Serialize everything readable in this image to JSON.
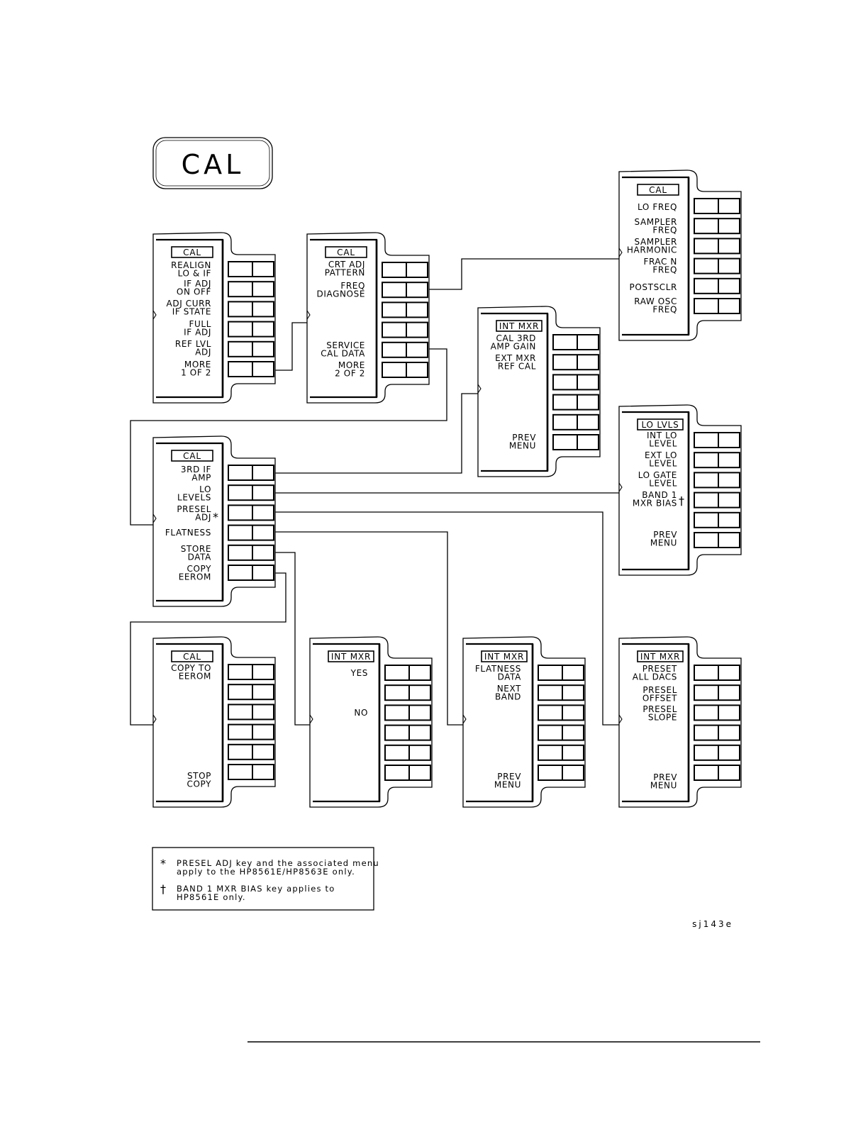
{
  "main_key": {
    "label": "CAL"
  },
  "menus": [
    {
      "id": "cal-1",
      "title": "CAL",
      "keys": [
        {
          "lines": [
            "REALIGN",
            "LO & IF"
          ]
        },
        {
          "lines": [
            "IF ADJ",
            "ON OFF"
          ]
        },
        {
          "lines": [
            "ADJ CURR",
            "IF STATE"
          ]
        },
        {
          "lines": [
            "FULL",
            "IF ADJ"
          ]
        },
        {
          "lines": [
            "REF LVL",
            "ADJ"
          ]
        },
        {
          "lines": [
            "MORE",
            "1 OF 2"
          ]
        }
      ]
    },
    {
      "id": "cal-2",
      "title": "CAL",
      "keys": [
        {
          "lines": [
            "CRT ADJ",
            "PATTERN"
          ]
        },
        {
          "lines": [
            "FREQ",
            "DIAGNOSE"
          ]
        },
        {
          "lines": []
        },
        {
          "lines": []
        },
        {
          "lines": [
            "SERVICE",
            "CAL DATA"
          ]
        },
        {
          "lines": [
            "MORE",
            "2 OF 2"
          ]
        }
      ]
    },
    {
      "id": "freq-diagnose",
      "title": "CAL",
      "keys": [
        {
          "lines": [
            "LO FREQ"
          ]
        },
        {
          "lines": [
            "SAMPLER",
            "FREQ"
          ]
        },
        {
          "lines": [
            "SAMPLER",
            "HARMONIC"
          ]
        },
        {
          "lines": [
            "FRAC N",
            "FREQ"
          ]
        },
        {
          "lines": [
            "POSTSCLR"
          ]
        },
        {
          "lines": [
            "RAW OSC",
            "FREQ"
          ]
        }
      ]
    },
    {
      "id": "int-mxr-3rd-if",
      "title": "INT MXR",
      "keys": [
        {
          "lines": [
            "CAL 3RD",
            "AMP GAIN"
          ]
        },
        {
          "lines": [
            "EXT MXR",
            "REF CAL"
          ]
        },
        {
          "lines": []
        },
        {
          "lines": []
        },
        {
          "lines": [
            "PREV",
            "MENU"
          ]
        },
        {
          "lines": []
        }
      ]
    },
    {
      "id": "service-cal",
      "title": "CAL",
      "keys": [
        {
          "lines": [
            "3RD IF",
            "AMP"
          ]
        },
        {
          "lines": [
            "LO",
            "LEVELS"
          ]
        },
        {
          "lines": [
            "PRESEL",
            "ADJ"
          ],
          "mark": "*"
        },
        {
          "lines": [
            "FLATNESS"
          ]
        },
        {
          "lines": [
            "STORE",
            "DATA"
          ]
        },
        {
          "lines": [
            "COPY",
            "EEROM"
          ]
        }
      ]
    },
    {
      "id": "lo-levels",
      "title": "LO LVLS",
      "keys": [
        {
          "lines": [
            "INT LO",
            "LEVEL"
          ]
        },
        {
          "lines": [
            "EXT LO",
            "LEVEL"
          ]
        },
        {
          "lines": [
            "LO GATE",
            "LEVEL"
          ]
        },
        {
          "lines": [
            "BAND 1",
            "MXR BIAS"
          ],
          "mark": "†"
        },
        {
          "lines": []
        },
        {
          "lines": [
            "PREV",
            "MENU"
          ]
        }
      ]
    },
    {
      "id": "copy-eerom",
      "title": "CAL",
      "keys": [
        {
          "lines": [
            "COPY TO",
            "EEROM"
          ]
        },
        {
          "lines": []
        },
        {
          "lines": []
        },
        {
          "lines": []
        },
        {
          "lines": []
        },
        {
          "lines": [
            "STOP",
            "COPY"
          ]
        }
      ]
    },
    {
      "id": "store-data",
      "title": "INT MXR",
      "keys": [
        {
          "lines": [
            "YES"
          ]
        },
        {
          "lines": []
        },
        {
          "lines": [
            "NO"
          ]
        },
        {
          "lines": []
        },
        {
          "lines": []
        },
        {
          "lines": []
        }
      ]
    },
    {
      "id": "flatness",
      "title": "INT MXR",
      "keys": [
        {
          "lines": [
            "FLATNESS",
            "DATA"
          ]
        },
        {
          "lines": [
            "NEXT",
            "BAND"
          ]
        },
        {
          "lines": []
        },
        {
          "lines": []
        },
        {
          "lines": []
        },
        {
          "lines": [
            "PREV",
            "MENU"
          ]
        }
      ]
    },
    {
      "id": "presel-adj",
      "title": "INT MXR",
      "keys": [
        {
          "lines": [
            "PRESET",
            "ALL DACS"
          ]
        },
        {
          "lines": [
            "PRESEL",
            "OFFSET"
          ]
        },
        {
          "lines": [
            "PRESEL",
            "SLOPE"
          ]
        },
        {
          "lines": []
        },
        {
          "lines": []
        },
        {
          "lines": [
            "PREV",
            "MENU"
          ]
        }
      ]
    }
  ],
  "notes": [
    {
      "symbol": "*",
      "lines": [
        "PRESEL ADJ key and the associated menu",
        "apply to the HP8561E/HP8563E only."
      ]
    },
    {
      "symbol": "†",
      "lines": [
        "BAND 1 MXR BIAS key applies to",
        "HP8561E only."
      ]
    }
  ],
  "figure_id": "sj143e"
}
